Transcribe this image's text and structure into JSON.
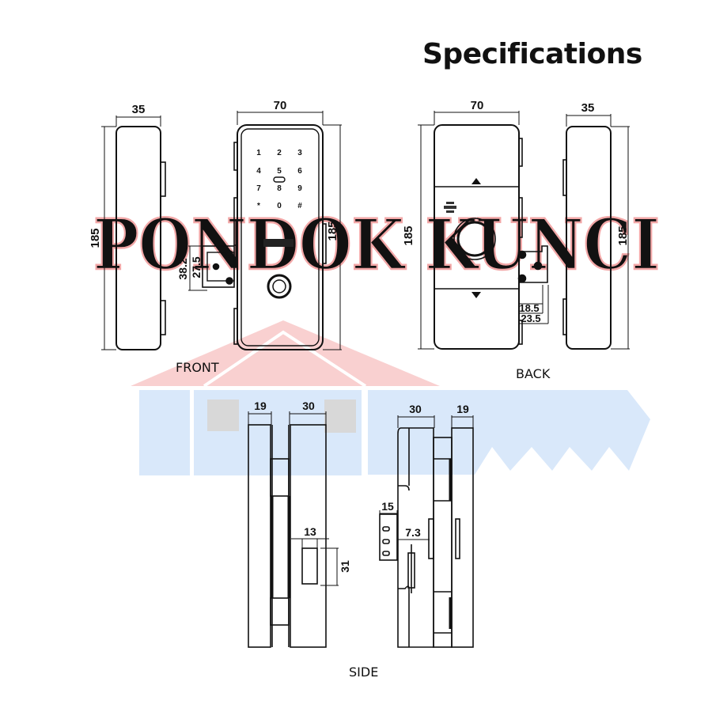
{
  "title": "Specifications",
  "watermark": {
    "text": "PONDOK KUNCI",
    "text_color": "#f2a7a7",
    "roof_color": "#f9d0d0",
    "key_color": "#d9e8fa",
    "key_slot_color": "#d8d8d8"
  },
  "views": {
    "front": {
      "label": "FRONT",
      "side_panel": {
        "width": "35",
        "height": "185"
      },
      "body": {
        "width": "70",
        "height": "185"
      },
      "keypad_keys": [
        "1",
        "2",
        "3",
        "4",
        "5",
        "6",
        "7",
        "8",
        "9",
        "*",
        "0",
        "#"
      ],
      "bracket": {
        "outer": "38.2",
        "inner": "27.5"
      }
    },
    "back": {
      "label": "BACK",
      "body": {
        "width": "70",
        "height": "185"
      },
      "side_panel": {
        "width": "35",
        "height": "185"
      },
      "bracket": {
        "inner": "18.5",
        "outer": "23.5"
      }
    },
    "side": {
      "label": "SIDE",
      "left": {
        "dim_a": "19",
        "dim_b": "30",
        "slot_width": "13",
        "slot_height": "31"
      },
      "right": {
        "dim_a": "30",
        "dim_b": "19",
        "knob_depth": "15",
        "bolt_depth": "7.3"
      }
    }
  },
  "line_color": "#111111"
}
